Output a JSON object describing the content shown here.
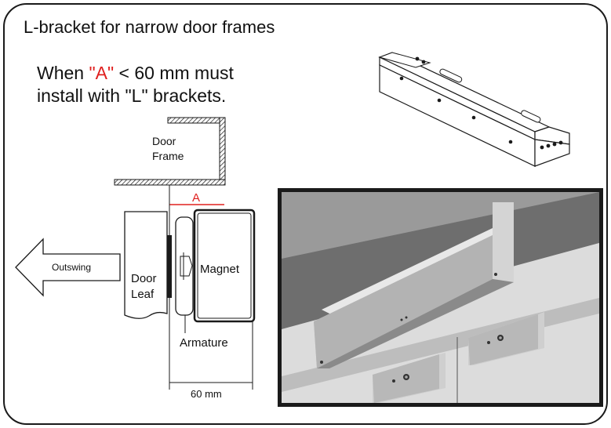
{
  "title": "L-bracket for narrow door frames",
  "note": {
    "prefix": "When ",
    "highlight": "\"A\"",
    "middle": " < 60 mm  must",
    "line2": "install with \"L\" brackets."
  },
  "labels": {
    "door_frame_line1": "Door",
    "door_frame_line2": "Frame",
    "dimension_a": "A",
    "outswing": "Outswing",
    "door_leaf_line1": "Door",
    "door_leaf_line2": "Leaf",
    "magnet": "Magnet",
    "armature": "Armature",
    "dimension_60": "60 mm"
  },
  "colors": {
    "accent_red": "#e0201f",
    "line": "#1a1a1a",
    "photo_ceiling": "#8f8f8f",
    "photo_wall": "#d8d8d8",
    "metal": "#c9c9c9"
  }
}
